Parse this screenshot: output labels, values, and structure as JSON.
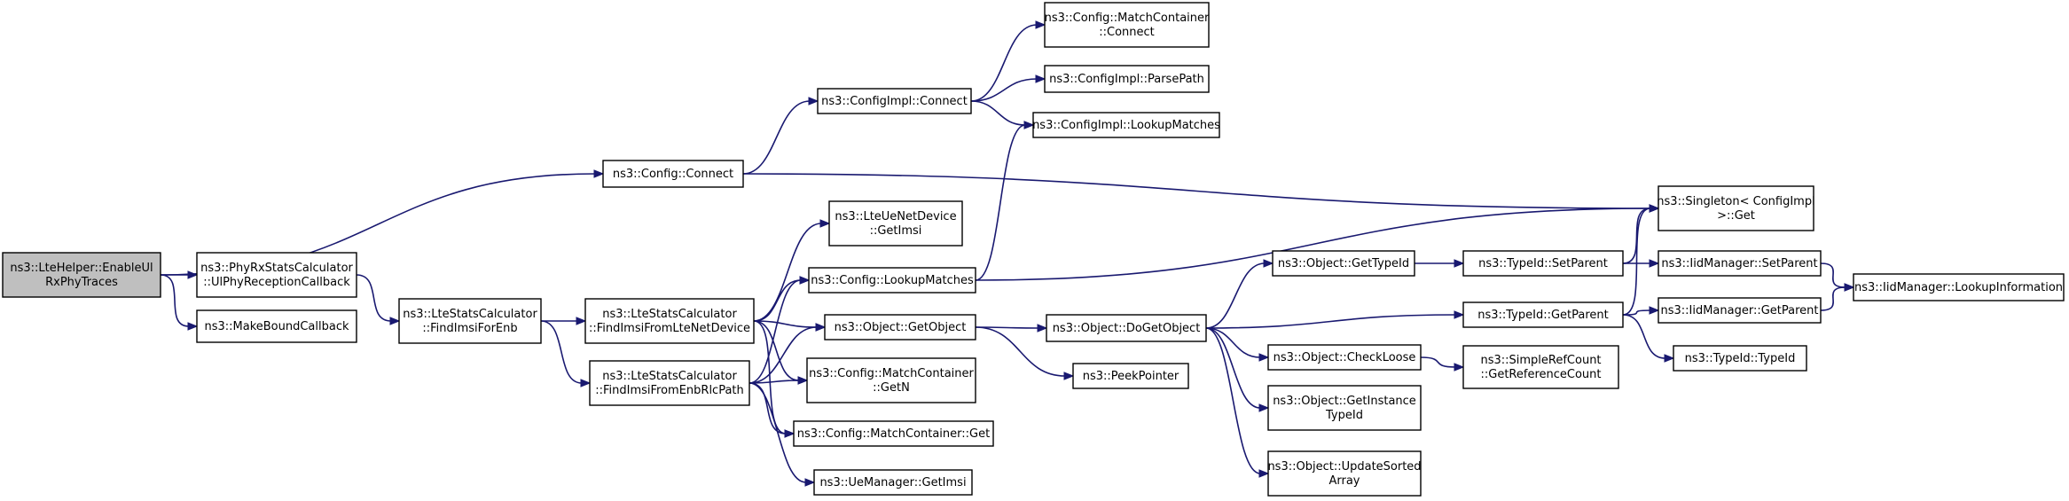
{
  "diagram": {
    "type": "call-graph",
    "nodes": [
      {
        "id": "root",
        "lines": [
          "ns3::LteHelper::EnableUl",
          "RxPhyTraces"
        ],
        "root": true
      },
      {
        "id": "phyrx",
        "lines": [
          "ns3::PhyRxStatsCalculator",
          "::UlPhyReceptionCallback"
        ]
      },
      {
        "id": "mkbound",
        "lines": [
          "ns3::MakeBoundCallback"
        ]
      },
      {
        "id": "cfgconnect",
        "lines": [
          "ns3::Config::Connect"
        ]
      },
      {
        "id": "findenb",
        "lines": [
          "ns3::LteStatsCalculator",
          "::FindImsiForEnb"
        ]
      },
      {
        "id": "findlte",
        "lines": [
          "ns3::LteStatsCalculator",
          "::FindImsiFromLteNetDevice"
        ]
      },
      {
        "id": "findrlc",
        "lines": [
          "ns3::LteStatsCalculator",
          "::FindImsiFromEnbRlcPath"
        ]
      },
      {
        "id": "implconnect",
        "lines": [
          "ns3::ConfigImpl::Connect"
        ]
      },
      {
        "id": "mcconnect",
        "lines": [
          "ns3::Config::MatchContainer",
          "::Connect"
        ]
      },
      {
        "id": "parsepath",
        "lines": [
          "ns3::ConfigImpl::ParsePath"
        ]
      },
      {
        "id": "implmatches",
        "lines": [
          "ns3::ConfigImpl::LookupMatches"
        ]
      },
      {
        "id": "singleton",
        "lines": [
          "ns3::Singleton< ConfigImpl",
          " >::Get"
        ]
      },
      {
        "id": "uegetimsi",
        "lines": [
          "ns3::LteUeNetDevice",
          "::GetImsi"
        ]
      },
      {
        "id": "cfgmatches",
        "lines": [
          "ns3::Config::LookupMatches"
        ]
      },
      {
        "id": "getobject",
        "lines": [
          "ns3::Object::GetObject"
        ]
      },
      {
        "id": "getn",
        "lines": [
          "ns3::Config::MatchContainer",
          "::GetN"
        ]
      },
      {
        "id": "mcget",
        "lines": [
          "ns3::Config::MatchContainer::Get"
        ]
      },
      {
        "id": "uemgr",
        "lines": [
          "ns3::UeManager::GetImsi"
        ]
      },
      {
        "id": "dogetobject",
        "lines": [
          "ns3::Object::DoGetObject"
        ]
      },
      {
        "id": "peek",
        "lines": [
          "ns3::PeekPointer"
        ]
      },
      {
        "id": "gettypeid",
        "lines": [
          "ns3::Object::GetTypeId"
        ]
      },
      {
        "id": "checkloose",
        "lines": [
          "ns3::Object::CheckLoose"
        ]
      },
      {
        "id": "getinst",
        "lines": [
          "ns3::Object::GetInstance",
          "TypeId"
        ]
      },
      {
        "id": "updsorted",
        "lines": [
          "ns3::Object::UpdateSorted",
          "Array"
        ]
      },
      {
        "id": "tsetparent",
        "lines": [
          "ns3::TypeId::SetParent"
        ]
      },
      {
        "id": "tgetparent",
        "lines": [
          "ns3::TypeId::GetParent"
        ]
      },
      {
        "id": "refcount",
        "lines": [
          "ns3::SimpleRefCount",
          "::GetReferenceCount"
        ]
      },
      {
        "id": "iidset",
        "lines": [
          "ns3::IidManager::SetParent"
        ]
      },
      {
        "id": "iidget",
        "lines": [
          "ns3::IidManager::GetParent"
        ]
      },
      {
        "id": "typeid",
        "lines": [
          "ns3::TypeId::TypeId"
        ]
      },
      {
        "id": "lookupinfo",
        "lines": [
          "ns3::IidManager::LookupInformation"
        ]
      }
    ],
    "edges": [
      {
        "from": "root",
        "to": "cfgconnect"
      },
      {
        "from": "root",
        "to": "phyrx"
      },
      {
        "from": "root",
        "to": "mkbound"
      },
      {
        "from": "phyrx",
        "to": "findenb"
      },
      {
        "from": "findenb",
        "to": "findlte"
      },
      {
        "from": "findenb",
        "to": "findrlc"
      },
      {
        "from": "cfgconnect",
        "to": "implconnect"
      },
      {
        "from": "cfgconnect",
        "to": "singleton"
      },
      {
        "from": "implconnect",
        "to": "mcconnect"
      },
      {
        "from": "implconnect",
        "to": "parsepath"
      },
      {
        "from": "implconnect",
        "to": "implmatches"
      },
      {
        "from": "findlte",
        "to": "uegetimsi"
      },
      {
        "from": "findlte",
        "to": "cfgmatches"
      },
      {
        "from": "findlte",
        "to": "getobject"
      },
      {
        "from": "findlte",
        "to": "getn"
      },
      {
        "from": "findlte",
        "to": "mcget"
      },
      {
        "from": "findrlc",
        "to": "cfgmatches"
      },
      {
        "from": "findrlc",
        "to": "getobject"
      },
      {
        "from": "findrlc",
        "to": "getn"
      },
      {
        "from": "findrlc",
        "to": "mcget"
      },
      {
        "from": "findrlc",
        "to": "uemgr"
      },
      {
        "from": "cfgmatches",
        "to": "implmatches"
      },
      {
        "from": "cfgmatches",
        "to": "singleton"
      },
      {
        "from": "getobject",
        "to": "dogetobject"
      },
      {
        "from": "getobject",
        "to": "peek"
      },
      {
        "from": "dogetobject",
        "to": "gettypeid"
      },
      {
        "from": "dogetobject",
        "to": "tgetparent"
      },
      {
        "from": "dogetobject",
        "to": "checkloose"
      },
      {
        "from": "dogetobject",
        "to": "getinst"
      },
      {
        "from": "dogetobject",
        "to": "updsorted"
      },
      {
        "from": "gettypeid",
        "to": "tsetparent"
      },
      {
        "from": "tsetparent",
        "to": "singleton"
      },
      {
        "from": "tsetparent",
        "to": "iidset"
      },
      {
        "from": "tgetparent",
        "to": "singleton"
      },
      {
        "from": "tgetparent",
        "to": "iidget"
      },
      {
        "from": "tgetparent",
        "to": "typeid"
      },
      {
        "from": "checkloose",
        "to": "refcount"
      },
      {
        "from": "iidset",
        "to": "lookupinfo"
      },
      {
        "from": "iidget",
        "to": "lookupinfo"
      }
    ]
  }
}
